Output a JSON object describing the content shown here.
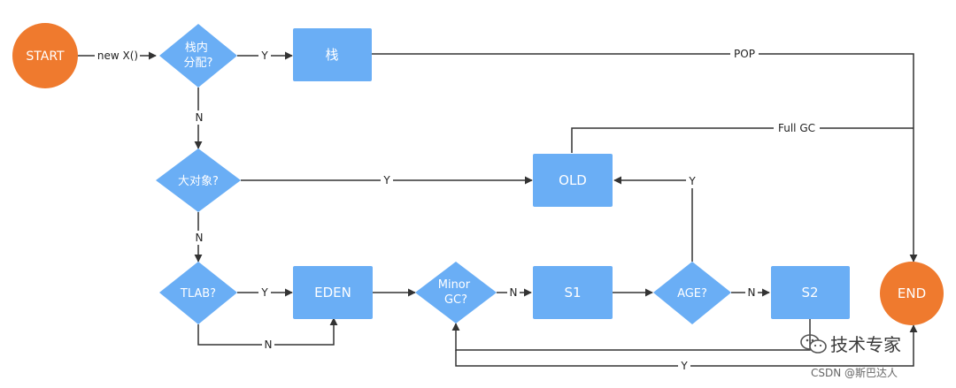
{
  "colors": {
    "terminal": "#ef7a2e",
    "node": "#6aaef5",
    "line": "#333333",
    "background": "#ffffff"
  },
  "nodes": {
    "start": "START",
    "stack_alloc_q": [
      "栈内",
      "分配?"
    ],
    "stack": "栈",
    "big_object_q": "大对象?",
    "old": "OLD",
    "tlab_q": "TLAB?",
    "eden": "EDEN",
    "minor_gc_q": [
      "Minor",
      "GC?"
    ],
    "s1": "S1",
    "age_q": "AGE?",
    "s2": "S2",
    "end": "END"
  },
  "edges": {
    "new_x": "new X()",
    "stack_yes": "Y",
    "stack_no": "N",
    "pop": "POP",
    "full_gc": "Full GC",
    "big_yes": "Y",
    "big_no": "N",
    "tlab_yes": "Y",
    "tlab_no": "N",
    "minor_no": "N",
    "age_yes": "Y",
    "age_no": "N",
    "s2_loop_yes": "Y"
  },
  "watermark": {
    "title": "技术专家",
    "source": "CSDN @斯巴达人"
  }
}
